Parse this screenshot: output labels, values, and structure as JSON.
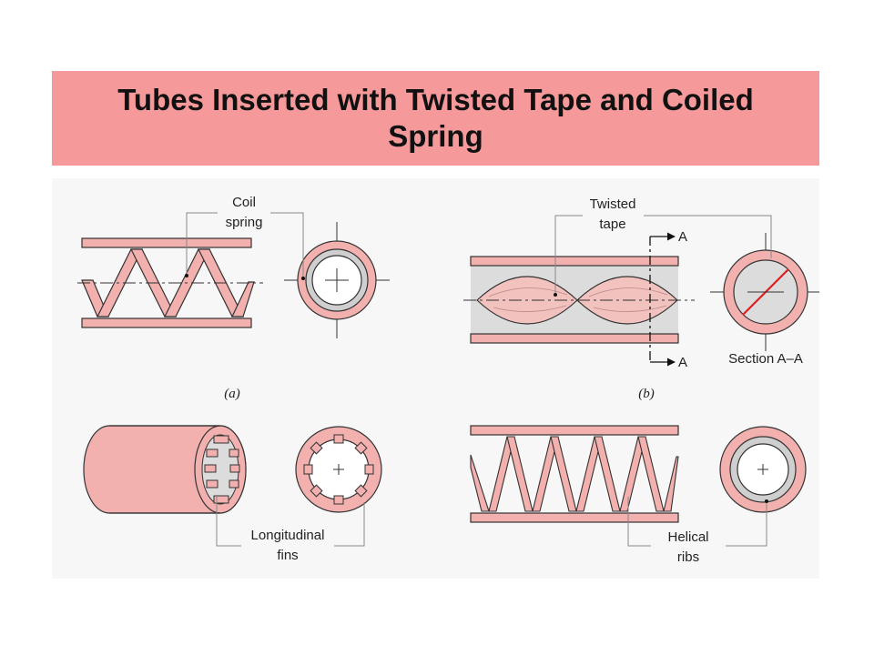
{
  "slide": {
    "title": "Tubes Inserted with Twisted Tape and Coiled Spring"
  },
  "labels": {
    "coil_spring_1": "Coil",
    "coil_spring_2": "spring",
    "twisted_tape_1": "Twisted",
    "twisted_tape_2": "tape",
    "section_marker_top": "A",
    "section_marker_bottom": "A",
    "section": "Section A–A",
    "caption_a": "(a)",
    "caption_b": "(b)",
    "longitudinal_fins_1": "Longitudinal",
    "longitudinal_fins_2": "fins",
    "helical_ribs_1": "Helical",
    "helical_ribs_2": "ribs"
  },
  "colors": {
    "title_bar": "#f5999a",
    "tube_wall": "#f2b0ae",
    "insert_gray": "#cfcfcf",
    "section_line": "#e02020"
  }
}
